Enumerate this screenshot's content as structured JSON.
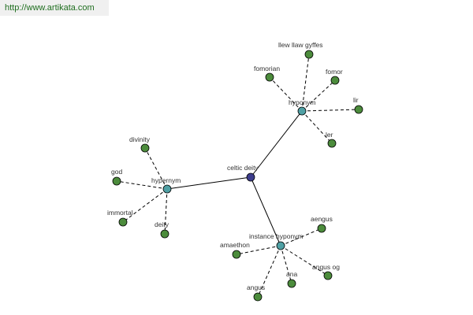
{
  "banner": {
    "url": "http://www.artikata.com"
  },
  "graph": {
    "colors": {
      "root": "#3c3c8c",
      "relation": "#4fa0a4",
      "word": "#4c8c3c",
      "edge": "#000000"
    },
    "nodes": [
      {
        "id": "celtic-deity",
        "label": "celtic deity",
        "kind": "root"
      },
      {
        "id": "hyponym",
        "label": "hyponym",
        "kind": "relation"
      },
      {
        "id": "hypernym",
        "label": "hypernym",
        "kind": "relation"
      },
      {
        "id": "instance-hyponym",
        "label": "instance hyponym",
        "kind": "relation"
      },
      {
        "id": "llew-llaw-gyffes",
        "label": "llew llaw gyffes",
        "kind": "word"
      },
      {
        "id": "fomorian",
        "label": "fomorian",
        "kind": "word"
      },
      {
        "id": "fomor",
        "label": "fomor",
        "kind": "word"
      },
      {
        "id": "lir",
        "label": "lir",
        "kind": "word"
      },
      {
        "id": "ler",
        "label": "ler",
        "kind": "word"
      },
      {
        "id": "divinity",
        "label": "divinity",
        "kind": "word"
      },
      {
        "id": "god",
        "label": "god",
        "kind": "word"
      },
      {
        "id": "immortal",
        "label": "immortal",
        "kind": "word"
      },
      {
        "id": "deity",
        "label": "deity",
        "kind": "word"
      },
      {
        "id": "aengus",
        "label": "aengus",
        "kind": "word"
      },
      {
        "id": "amaethon",
        "label": "amaethon",
        "kind": "word"
      },
      {
        "id": "angus-og",
        "label": "angus og",
        "kind": "word"
      },
      {
        "id": "ana",
        "label": "ana",
        "kind": "word"
      },
      {
        "id": "angus",
        "label": "angus",
        "kind": "word"
      }
    ],
    "edges": [
      {
        "from": "celtic-deity",
        "to": "hyponym",
        "style": "solid"
      },
      {
        "from": "celtic-deity",
        "to": "hypernym",
        "style": "solid"
      },
      {
        "from": "celtic-deity",
        "to": "instance-hyponym",
        "style": "solid"
      },
      {
        "from": "hyponym",
        "to": "llew-llaw-gyffes",
        "style": "dashed"
      },
      {
        "from": "hyponym",
        "to": "fomorian",
        "style": "dashed"
      },
      {
        "from": "hyponym",
        "to": "fomor",
        "style": "dashed"
      },
      {
        "from": "hyponym",
        "to": "lir",
        "style": "dashed"
      },
      {
        "from": "hyponym",
        "to": "ler",
        "style": "dashed"
      },
      {
        "from": "hypernym",
        "to": "divinity",
        "style": "dashed"
      },
      {
        "from": "hypernym",
        "to": "god",
        "style": "dashed"
      },
      {
        "from": "hypernym",
        "to": "immortal",
        "style": "dashed"
      },
      {
        "from": "hypernym",
        "to": "deity",
        "style": "dashed"
      },
      {
        "from": "instance-hyponym",
        "to": "aengus",
        "style": "dashed"
      },
      {
        "from": "instance-hyponym",
        "to": "amaethon",
        "style": "dashed"
      },
      {
        "from": "instance-hyponym",
        "to": "angus-og",
        "style": "dashed"
      },
      {
        "from": "instance-hyponym",
        "to": "ana",
        "style": "dashed"
      },
      {
        "from": "instance-hyponym",
        "to": "angus",
        "style": "dashed"
      }
    ]
  }
}
